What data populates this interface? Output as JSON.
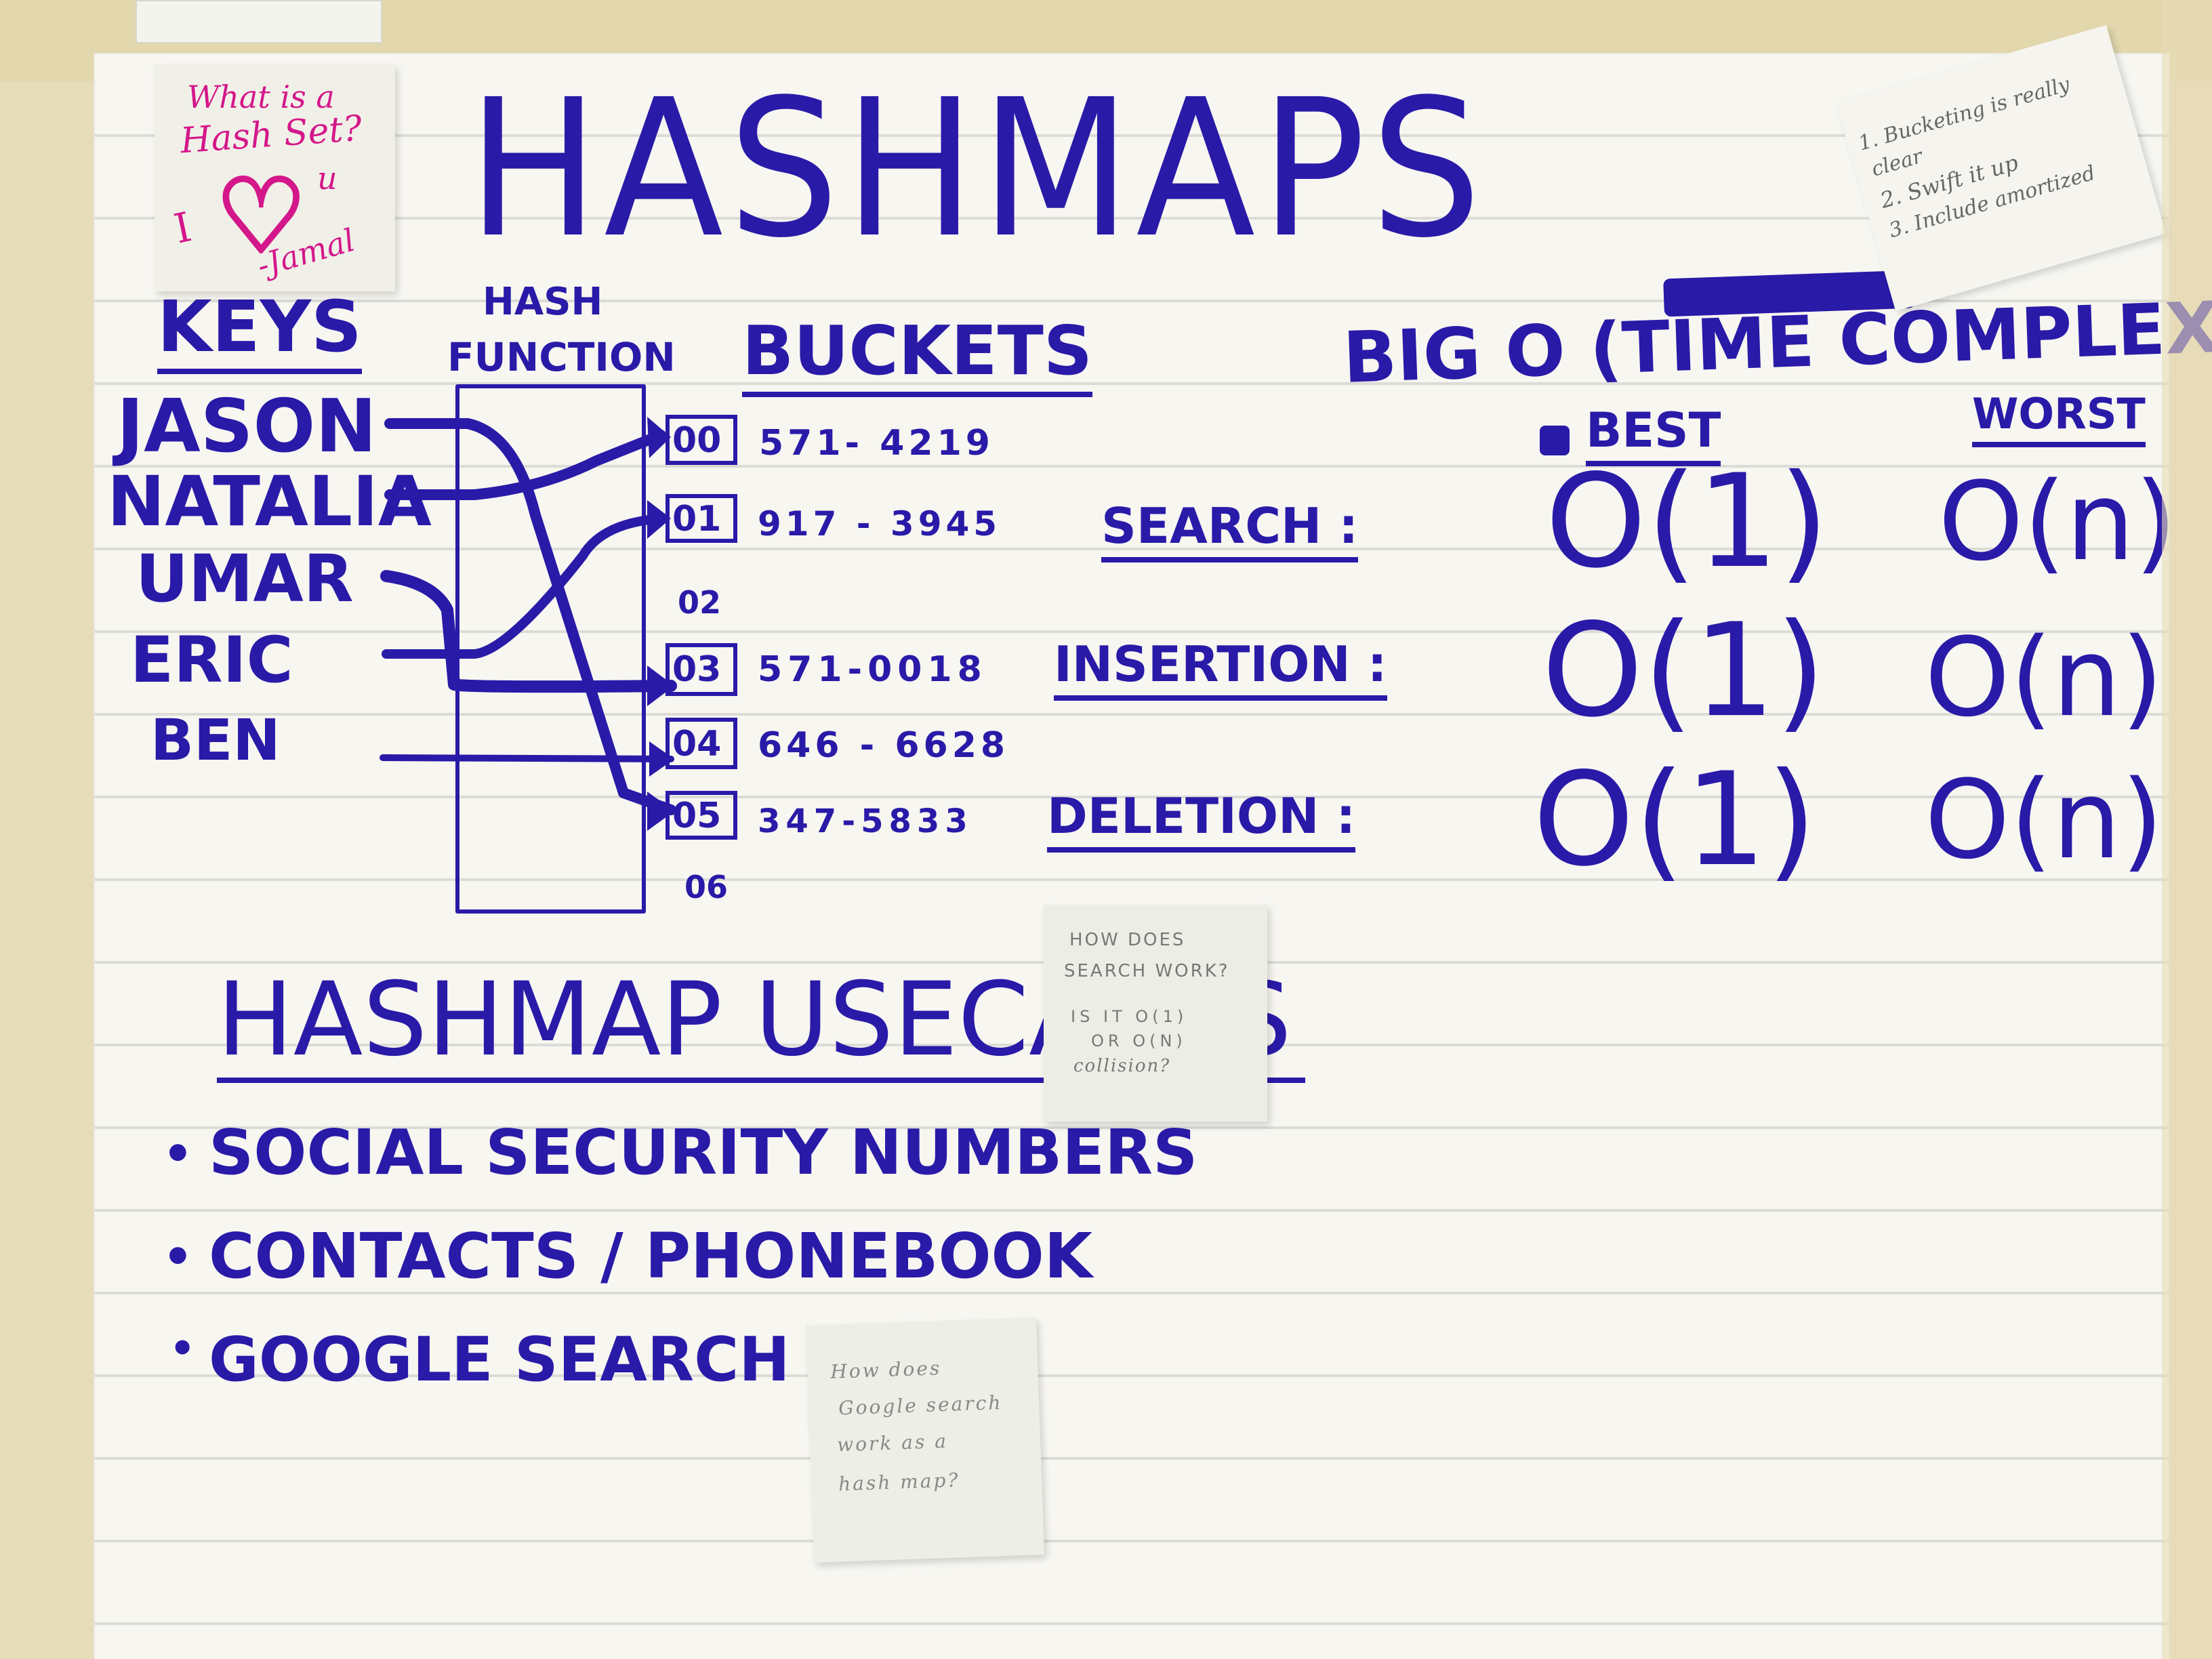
{
  "title": "HASHMAPS",
  "diagram": {
    "keys_header": "KEYS",
    "hash_header": [
      "HASH",
      "FUNCTION"
    ],
    "buckets_header": "BUCKETS",
    "keys": [
      "JASON",
      "NATALIA",
      "UMAR",
      "ERIC",
      "BEN"
    ],
    "buckets": [
      {
        "id": "00",
        "value": "571- 4219",
        "boxed": true
      },
      {
        "id": "01",
        "value": "917 - 3945",
        "boxed": true
      },
      {
        "id": "02",
        "value": "",
        "boxed": false
      },
      {
        "id": "03",
        "value": "571-0018",
        "boxed": true
      },
      {
        "id": "04",
        "value": "646 - 6628",
        "boxed": true
      },
      {
        "id": "05",
        "value": "347-5833",
        "boxed": true
      },
      {
        "id": "06",
        "value": "",
        "boxed": false
      }
    ]
  },
  "complexity": {
    "heading": "BIG O (TIME COMPLEXITY)",
    "best_label": "BEST",
    "worst_label": "WORST",
    "rows": [
      {
        "op": "SEARCH :",
        "best": "O(1)",
        "worst": "O(n)"
      },
      {
        "op": "INSERTION :",
        "best": "O(1)",
        "worst": "O(n)"
      },
      {
        "op": "DELETION :",
        "best": "O(1)",
        "worst": "O(n)"
      }
    ]
  },
  "usecases": {
    "heading": "HASHMAP USECASES",
    "items": [
      "SOCIAL SECURITY NUMBERS",
      "CONTACTS / PHONEBOOK",
      "GOOGLE SEARCH"
    ]
  },
  "notes": {
    "pink": {
      "lines": [
        "What is a",
        "Hash Set?",
        "I",
        "u",
        "-Jamal"
      ]
    },
    "top_right": {
      "lines": [
        "1. Bucketing is really",
        "clear",
        "2. Swift it up",
        "3. Include amortized"
      ]
    },
    "middle": {
      "lines": [
        "HOW DOES",
        "SEARCH WORK?",
        "IS IT O(1)",
        "OR O(N)",
        "collision?"
      ]
    },
    "bottom": {
      "lines": [
        "How does",
        "Google search",
        "work as a",
        "hash map?"
      ]
    }
  },
  "colors": {
    "ink": "#2a1aa8",
    "pink_ink": "#d4178a",
    "paper": "#f7f6f1",
    "wall": "#e6dcb9"
  }
}
